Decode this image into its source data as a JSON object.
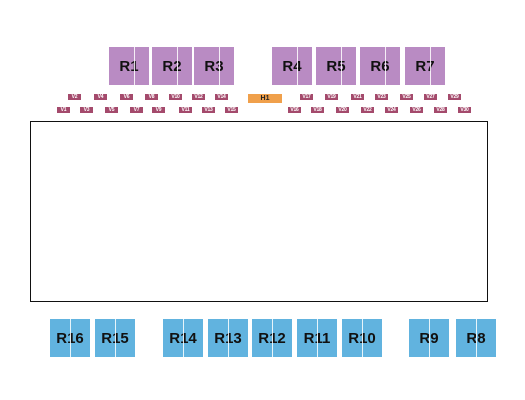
{
  "colors": {
    "top_sections": "#b98bc3",
    "bottom_sections": "#61b3df",
    "v_sections": "#a44a6c",
    "h_section": "#f0a04b"
  },
  "top_sections": [
    "R1",
    "R2",
    "R3",
    "R4",
    "R5",
    "R6",
    "R7"
  ],
  "bottom_sections": [
    "R16",
    "R15",
    "R14",
    "R13",
    "R12",
    "R11",
    "R10",
    "R9",
    "R8"
  ],
  "v_row_upper": [
    "V2",
    "V4",
    "V6",
    "V8",
    "V10",
    "V12",
    "V14",
    "V17",
    "V19",
    "V21",
    "V23",
    "V25",
    "V27",
    "V29"
  ],
  "v_row_lower": [
    "V1",
    "V3",
    "V5",
    "V7",
    "V9",
    "V11",
    "V13",
    "V15",
    "V16",
    "V18",
    "V20",
    "V22",
    "V24",
    "V26",
    "V28",
    "V30"
  ],
  "h_section": "H1"
}
